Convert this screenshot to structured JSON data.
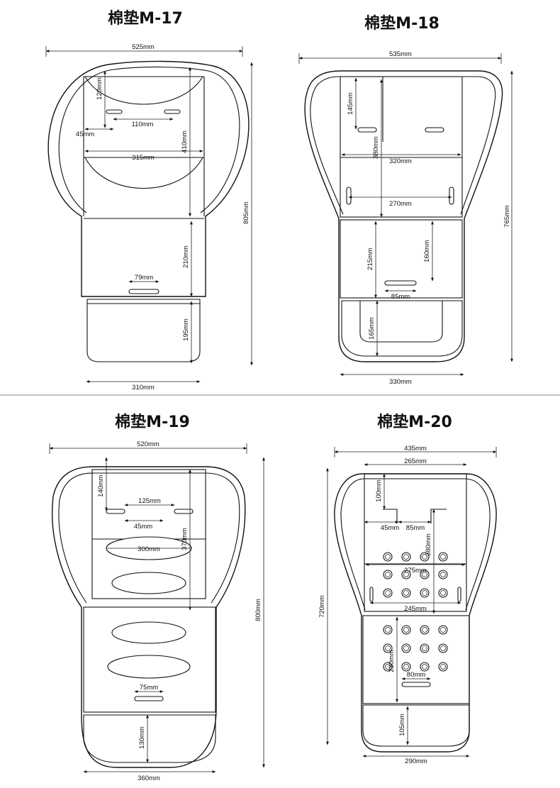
{
  "colors": {
    "line": "#111111",
    "background": "#ffffff",
    "divider": "#888888"
  },
  "diagrams": {
    "m17": {
      "title": "棉垫M-17",
      "dims": {
        "width_top": "525mm",
        "height_total": "805mm",
        "slot_top": "120mm",
        "slot_gap": "110mm",
        "slot_edge": "45mm",
        "panel_width": "315mm",
        "back_height": "410mm",
        "seat_height": "210mm",
        "seat_slot": "79mm",
        "foot_height": "195mm",
        "width_bottom": "310mm"
      }
    },
    "m18": {
      "title": "棉垫M-18",
      "dims": {
        "width_top": "535mm",
        "height_total": "765mm",
        "slot_top": "145mm",
        "back_height": "380mm",
        "panel_width": "320mm",
        "side_slot_gap": "270mm",
        "seat_height": "215mm",
        "seat_slot_drop": "160mm",
        "seat_slot": "85mm",
        "foot_height": "165mm",
        "width_bottom": "330mm"
      }
    },
    "m19": {
      "title": "棉垫M-19",
      "dims": {
        "width_top": "520mm",
        "height_total": "800mm",
        "slot_top": "140mm",
        "slot_gap": "125mm",
        "slot_edge": "45mm",
        "back_height": "370mm",
        "oval_width": "300mm",
        "seat_slot": "75mm",
        "foot_height": "130mm",
        "width_bottom": "360mm"
      }
    },
    "m20": {
      "title": "棉垫M-20",
      "dims": {
        "width_top": "435mm",
        "panel_width": "265mm",
        "slot_top": "100mm",
        "slot_edge": "45mm",
        "slot_gap": "85mm",
        "back_height": "380mm",
        "hole_row_width": "275mm",
        "height_total": "720mm",
        "lower_width": "245mm",
        "seat_height": "230mm",
        "seat_slot": "80mm",
        "foot_height": "105mm",
        "width_bottom": "290mm"
      }
    }
  }
}
